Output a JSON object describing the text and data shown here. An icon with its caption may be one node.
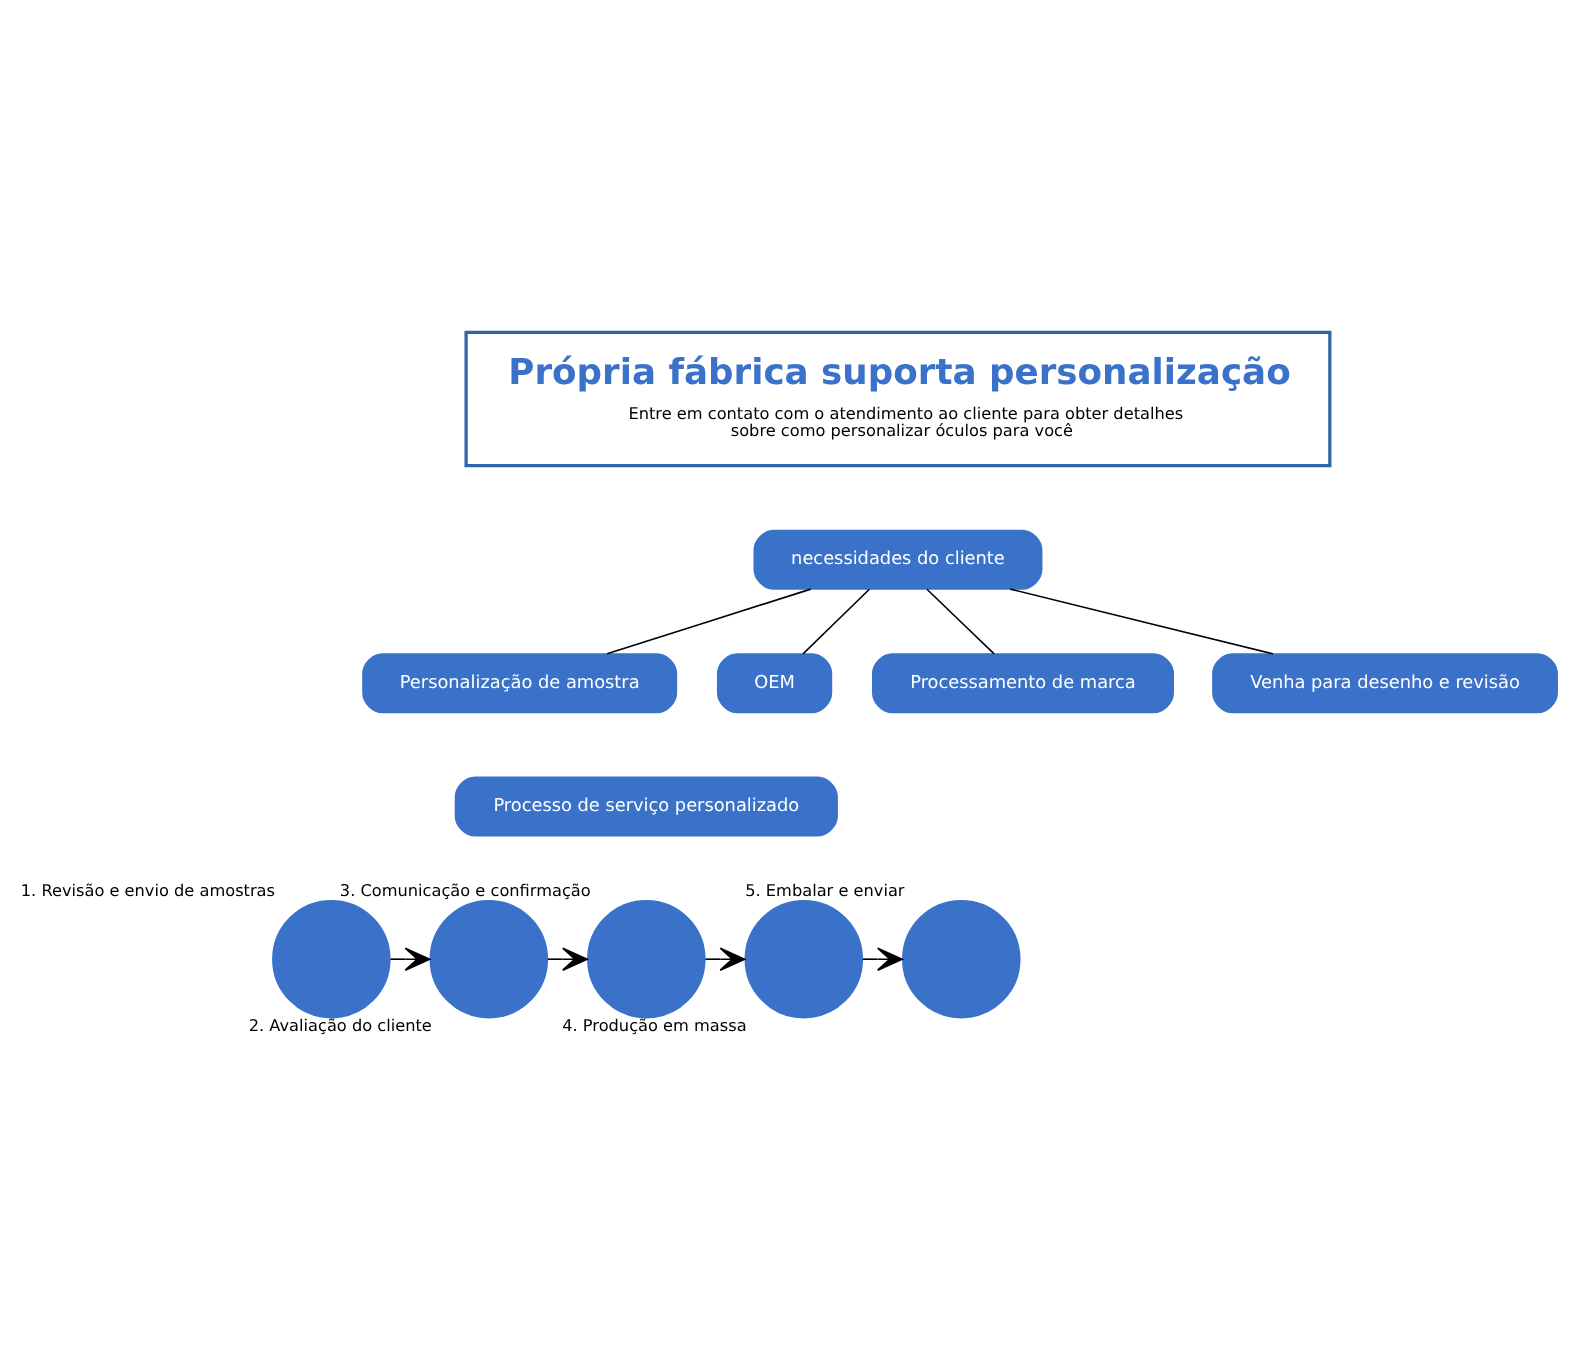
{
  "diagram": {
    "nodes": [
      {
        "text": [
          "Própria fábrica suporta personalização",
          "Entre em contato com o atendimento ao cliente para obter detalhes sobre como personalizar óculos para você"
        ]
      },
      {
        "text": [
          "necessidades do cliente"
        ]
      },
      {
        "text": [
          "Personalização de amostra"
        ]
      },
      {
        "text": [
          "OEM"
        ]
      },
      {
        "text": [
          "Processamento de marca"
        ]
      },
      {
        "text": [
          "Venha para desenho e revisão"
        ]
      },
      {
        "text": [
          "Processo de serviço personalizado"
        ]
      },
      {
        "text": [],
        "shape": "circle",
        "beside": [
          "1. Revisão e envio de amostras"
        ]
      },
      {
        "text": [],
        "shape": "circle",
        "beside": [
          "2. Avaliação do cliente"
        ]
      },
      {
        "text": [],
        "shape": "circle",
        "beside": [
          "3. Comunicação e confirmação"
        ]
      },
      {
        "text": [],
        "shape": "circle",
        "beside": [
          "4. Produção em massa"
        ]
      },
      {
        "text": [],
        "shape": "circle",
        "beside": [
          "5. Embalar e enviar"
        ]
      }
    ],
    "edges": [
      {
        "from": 1,
        "to": 2,
        "arrow": "none"
      },
      {
        "from": 1,
        "to": 3,
        "arrow": "none"
      },
      {
        "from": 1,
        "to": 4,
        "arrow": "none"
      },
      {
        "from": 1,
        "to": 5,
        "arrow": "none"
      },
      {
        "from": 7,
        "to": 8,
        "arrow": "to"
      },
      {
        "from": 8,
        "to": 9,
        "arrow": "to"
      },
      {
        "from": 9,
        "to": 10,
        "arrow": "to"
      },
      {
        "from": 10,
        "to": 11,
        "arrow": "to"
      }
    ]
  }
}
